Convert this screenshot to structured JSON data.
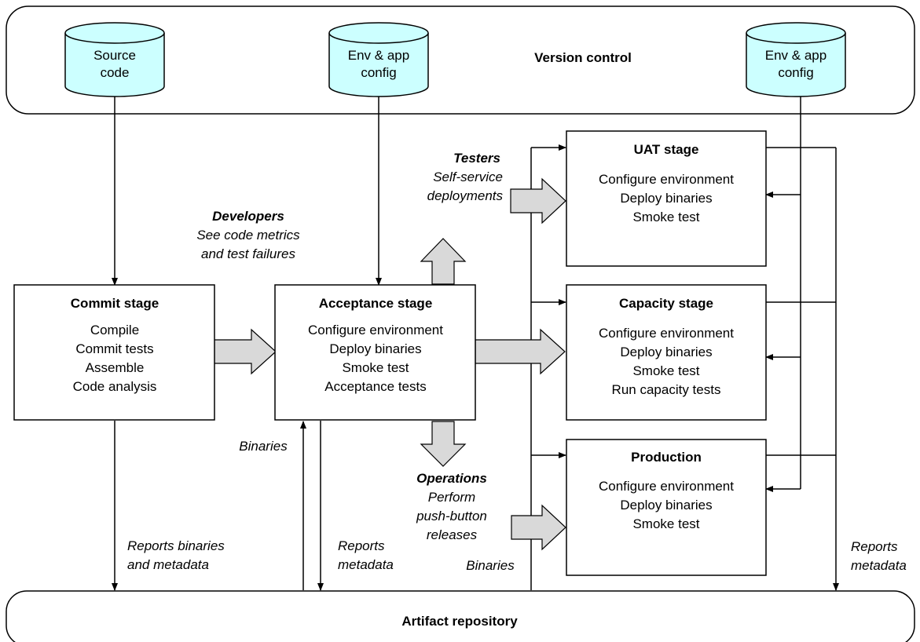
{
  "colors": {
    "line": "#000000",
    "cylinder_fill": "#ccffff",
    "fat_arrow_fill": "#d9d9d9",
    "box_fill": "#ffffff"
  },
  "version_control": {
    "label": "Version control",
    "source_code": [
      "Source",
      "code"
    ],
    "env_config_left": [
      "Env & app",
      "config"
    ],
    "env_config_right": [
      "Env & app",
      "config"
    ]
  },
  "commit_stage": {
    "title": "Commit stage",
    "lines": [
      "Compile",
      "Commit tests",
      "Assemble",
      "Code analysis"
    ]
  },
  "acceptance_stage": {
    "title": "Acceptance stage",
    "lines": [
      "Configure environment",
      "Deploy binaries",
      "Smoke test",
      "Acceptance tests"
    ]
  },
  "uat_stage": {
    "title": "UAT stage",
    "lines": [
      "Configure environment",
      "Deploy binaries",
      "Smoke test"
    ]
  },
  "capacity_stage": {
    "title": "Capacity stage",
    "lines": [
      "Configure environment",
      "Deploy binaries",
      "Smoke test",
      "Run capacity tests"
    ]
  },
  "production_stage": {
    "title": "Production",
    "lines": [
      "Configure environment",
      "Deploy binaries",
      "Smoke test"
    ]
  },
  "developers": {
    "title": "Developers",
    "lines": [
      "See code metrics",
      "and test failures"
    ]
  },
  "testers": {
    "title": "Testers",
    "lines": [
      "Self-service",
      "deployments"
    ]
  },
  "operations": {
    "title": "Operations",
    "lines": [
      "Perform",
      "push-button",
      "releases"
    ]
  },
  "labels": {
    "binaries_left": "Binaries",
    "binaries_mid": "Binaries",
    "reports_binaries": [
      "Reports binaries",
      "and metadata"
    ],
    "reports_metadata_mid": [
      "Reports",
      "metadata"
    ],
    "reports_metadata_right": [
      "Reports",
      "metadata"
    ]
  },
  "artifact_repository": {
    "label": "Artifact repository"
  }
}
